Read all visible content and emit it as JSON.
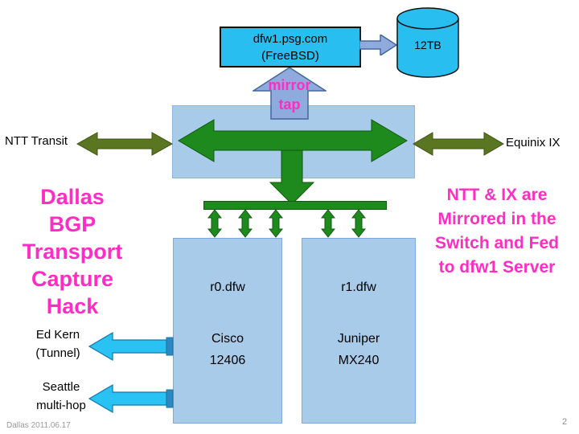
{
  "server_box": {
    "line1": "dfw1.psg.com",
    "line2": "(FreeBSD)"
  },
  "storage": {
    "capacity": "12TB"
  },
  "mirror_tap": {
    "word1": "mirror",
    "word2": "tap"
  },
  "transit_left": {
    "label": "NTT Transit"
  },
  "transit_right": {
    "label": "Equinix IX"
  },
  "title": {
    "lines": [
      "Dallas",
      "BGP",
      "Transport",
      "Capture",
      "Hack"
    ]
  },
  "note": {
    "lines": [
      "NTT & IX are",
      "Mirrored in the",
      "Switch and Fed",
      "to dfw1 Server"
    ]
  },
  "router_left": {
    "name": "r0.dfw",
    "vendor": "Cisco",
    "model": "12406"
  },
  "router_right": {
    "name": "r1.dfw",
    "vendor": "Juniper",
    "model": "MX240"
  },
  "tunnel_top": {
    "line1": "Ed Kern",
    "line2": "(Tunnel)"
  },
  "tunnel_bottom": {
    "line1": "Seattle",
    "line2": "multi-hop"
  },
  "footer": {
    "left": "Dallas 2011.06.17",
    "page_number": "2"
  },
  "colors": {
    "cyan_fill": "#29BEF0",
    "light_blue_fill": "#A9CBEA",
    "green_arrow": "#1E8A1E",
    "olive_arrow": "#5B7620",
    "magenta_text": "#FF2DC4",
    "steel_arrow": "#8FAADC",
    "cyan_arrow": "#29C2F2"
  }
}
